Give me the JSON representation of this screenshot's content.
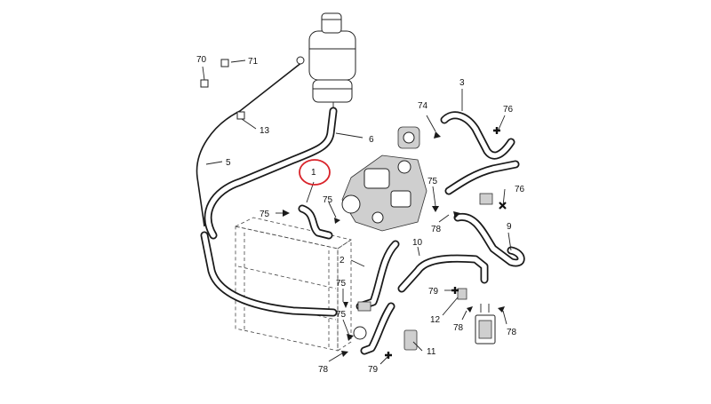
{
  "diagram": {
    "callouts": [
      "1",
      "2",
      "3",
      "5",
      "6",
      "9",
      "10",
      "11",
      "12",
      "13",
      "70",
      "71",
      "74",
      "75",
      "76",
      "78",
      "79"
    ],
    "highlight_color": "#d9232a",
    "highlighted_callout": "1"
  }
}
